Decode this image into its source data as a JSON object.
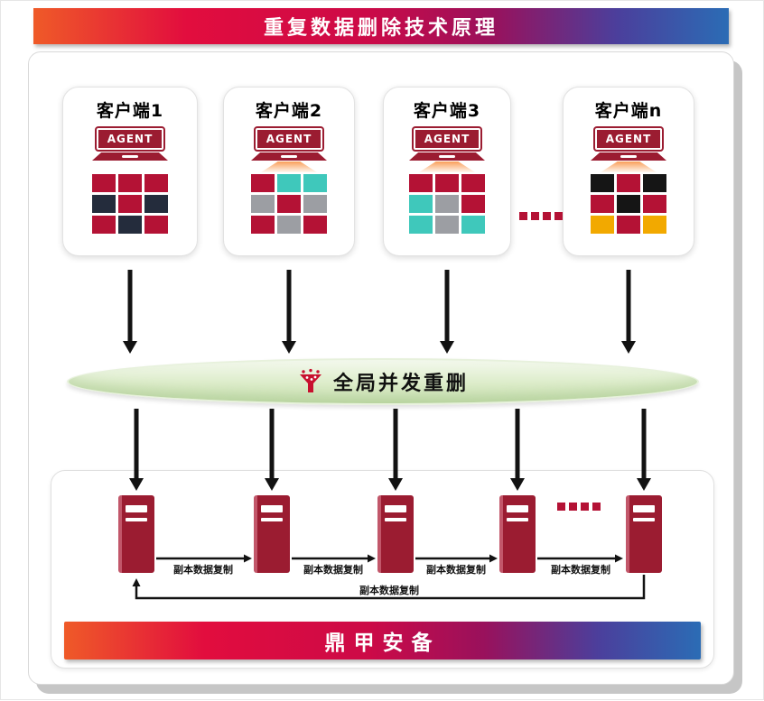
{
  "header": {
    "title": "重复数据删除技术原理"
  },
  "clients": [
    {
      "label": "客户端1",
      "agent_label": "AGENT",
      "beam": false,
      "grid": [
        [
          "crimson",
          "crimson",
          "crimson"
        ],
        [
          "navy",
          "crimson",
          "navy"
        ],
        [
          "crimson",
          "navy",
          "crimson"
        ]
      ]
    },
    {
      "label": "客户端2",
      "agent_label": "AGENT",
      "beam": true,
      "grid": [
        [
          "crimson",
          "teal",
          "teal"
        ],
        [
          "gray",
          "crimson",
          "gray"
        ],
        [
          "crimson",
          "gray",
          "crimson"
        ]
      ]
    },
    {
      "label": "客户端3",
      "agent_label": "AGENT",
      "beam": true,
      "grid": [
        [
          "crimson",
          "crimson",
          "crimson"
        ],
        [
          "teal",
          "gray",
          "crimson"
        ],
        [
          "teal",
          "gray",
          "teal"
        ]
      ]
    },
    {
      "label": "客户端n",
      "agent_label": "AGENT",
      "beam": true,
      "grid": [
        [
          "black",
          "crimson",
          "black"
        ],
        [
          "crimson",
          "black",
          "crimson"
        ],
        [
          "amber",
          "crimson",
          "amber"
        ]
      ]
    }
  ],
  "dedup": {
    "label": "全局并发重删"
  },
  "storage": {
    "copy_label": "副本数据复制",
    "banner": "鼎甲安备",
    "server_count": 5
  },
  "palette": {
    "crimson": "#b41235",
    "navy": "#242c3c",
    "teal": "#3fc8bb",
    "gray": "#9c9ea3",
    "black": "#151515",
    "amber": "#f2a900",
    "agent_red": "#9b1c31",
    "ellipse_green": "#d7e9c2",
    "banner_left": "#ef5a28",
    "banner_right": "#2b6cb5"
  }
}
